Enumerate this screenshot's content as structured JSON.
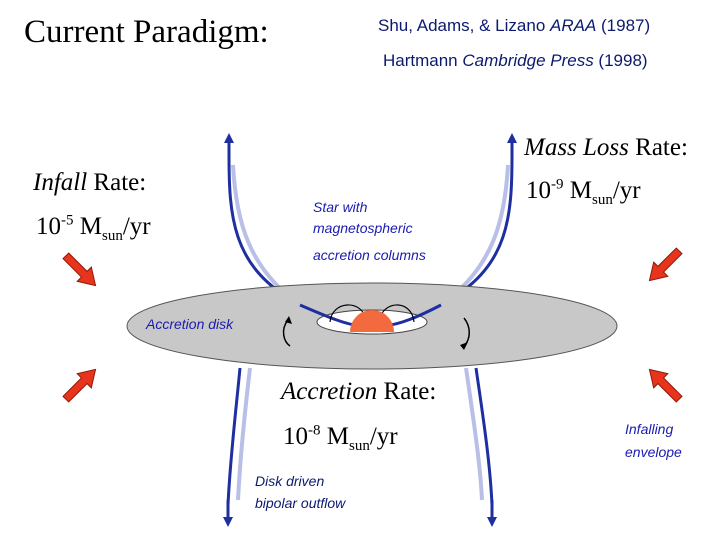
{
  "title": "Current Paradigm:",
  "references": {
    "line1": {
      "authors": "Shu, Adams, & Lizano ",
      "journal": "ARAA",
      "year": " (1987)"
    },
    "line2": {
      "authors": "Hartmann ",
      "publisher": "Cambridge Press",
      "year": " (1998)"
    }
  },
  "infall": {
    "label_italic": "Infall",
    "label_rest": " Rate:",
    "mantissa": "10",
    "exponent": "-5",
    "unit_main": " M",
    "unit_sub": "sun",
    "unit_tail": "/yr"
  },
  "mass_loss": {
    "label_italic": "Mass Loss",
    "label_rest": " Rate:",
    "mantissa": "10",
    "exponent": "-9",
    "unit_main": " M",
    "unit_sub": "sun",
    "unit_tail": "/yr"
  },
  "accretion": {
    "label_italic": "Accretion",
    "label_rest": " Rate:",
    "mantissa": "10",
    "exponent": "-8",
    "unit_main": " M",
    "unit_sub": "sun",
    "unit_tail": "/yr"
  },
  "star_label": {
    "line1": "Star with",
    "line2": "magnetospheric",
    "line3": "accretion columns"
  },
  "disk_label": "Accretion disk",
  "outflow_label": {
    "line1": "Disk driven",
    "line2": "bipolar outflow"
  },
  "envelope_label": {
    "line1": "Infalling",
    "line2": "envelope"
  },
  "colors": {
    "disk_fill": "#c8c8c8",
    "disk_edge": "#555555",
    "jet": "#1e2fa0",
    "star": "#f26a3d",
    "infall_arrow": "#e8341c",
    "text_navy": "#0b1a6e",
    "text_blue": "#1b1bb0"
  }
}
